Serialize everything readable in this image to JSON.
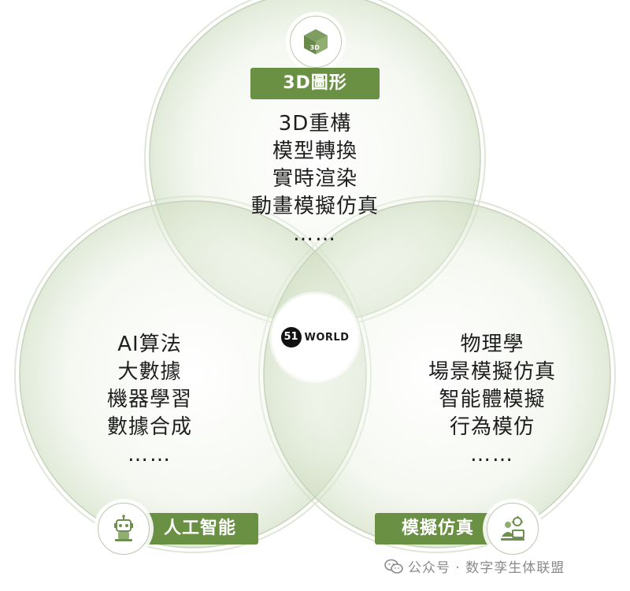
{
  "circles": {
    "top": {
      "label": "3D圖形",
      "icon": "3d-cube-icon",
      "icon_text": "3D",
      "items": [
        "3D重構",
        "模型轉換",
        "實時渲染",
        "動畫模擬仿真"
      ],
      "ellipsis": "……"
    },
    "left": {
      "label": "人工智能",
      "icon": "robot-icon",
      "items": [
        "AI算法",
        "大數據",
        "機器學習",
        "數據合成"
      ],
      "ellipsis": "……"
    },
    "right": {
      "label": "模擬仿真",
      "icon": "engineer-icon",
      "items": [
        "物理學",
        "場景模擬仿真",
        "智能體模擬",
        "行為模仿"
      ],
      "ellipsis": "……"
    }
  },
  "center": {
    "logo_mark": "51",
    "logo_word": "WORLD"
  },
  "watermark": {
    "icon": "wechat-icon",
    "text": "公众号 · 数字孪生体联盟"
  },
  "colors": {
    "accent": "#6a9043",
    "circle_fill": "#e6eedd",
    "circle_stroke": "#c6d3ba",
    "badge_stroke": "#bcc7b1",
    "text": "#1f1f1f",
    "watermark": "#8a8a8a"
  }
}
